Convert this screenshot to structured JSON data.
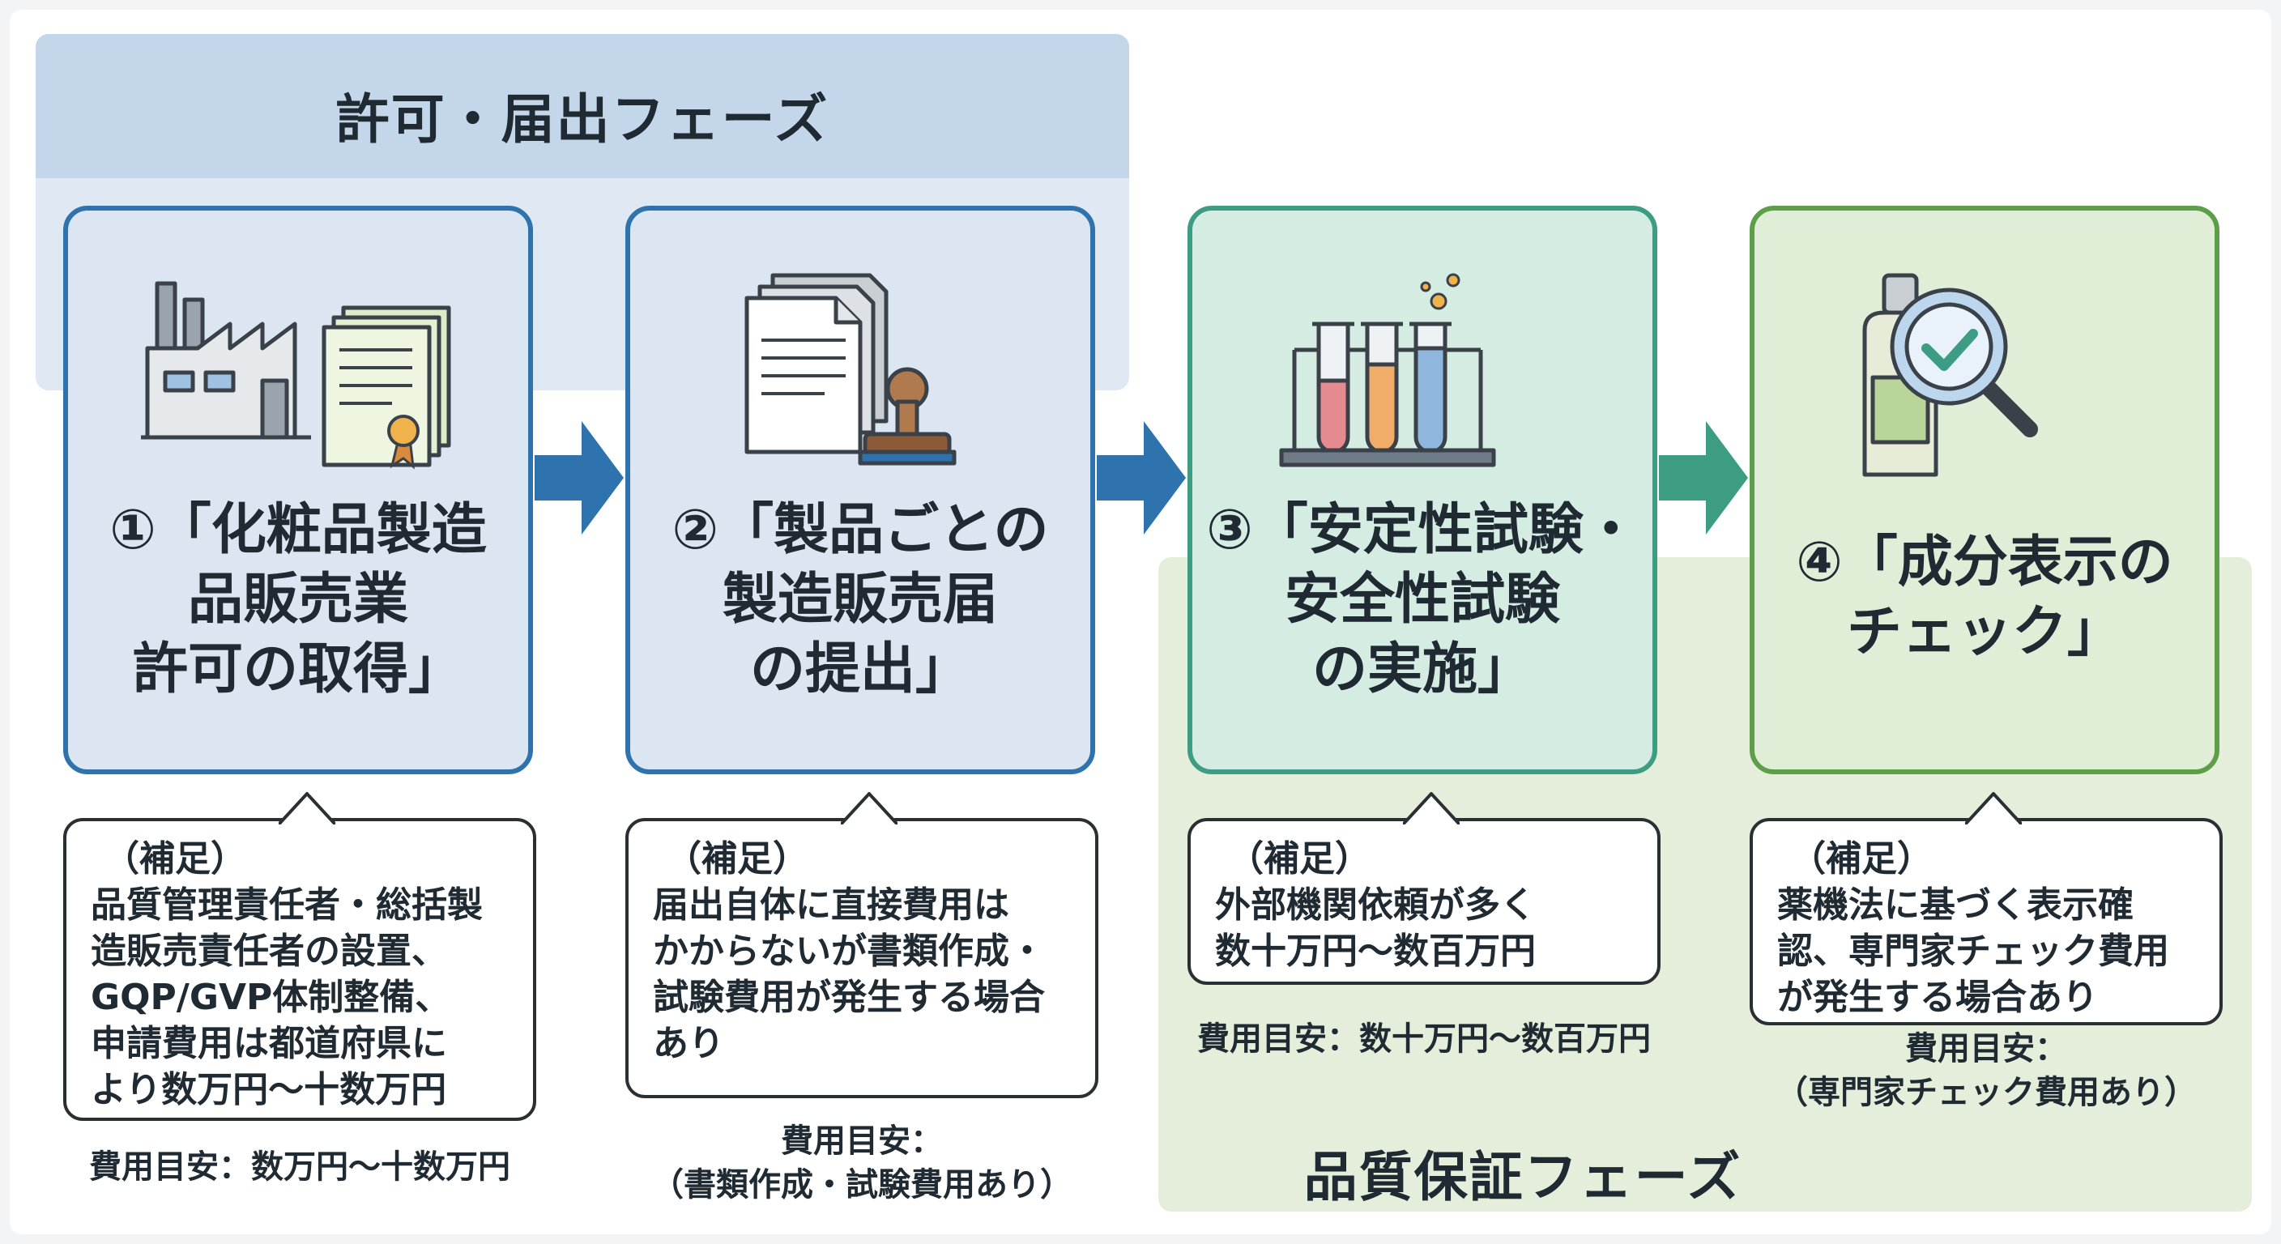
{
  "phases": {
    "permit": "許可・届出フェーズ",
    "quality": "品質保証フェーズ"
  },
  "colors": {
    "permit_phase_bg": "#dfe8f3",
    "permit_phase_band": "#c3d6ea",
    "quality_phase_bg": "#e5eedb",
    "blue_accent": "#2e73ad",
    "teal_accent": "#3c9d82",
    "green_accent": "#5e9e49"
  },
  "steps": [
    {
      "icon": "factory-and-certificate-icon",
      "title_lines": [
        "①「化粧品製造",
        "品販売業",
        "許可の取得」"
      ],
      "note_label": "（補足）",
      "note_lines": [
        "品質管理責任者・総括製",
        "造販売責任者の設置、",
        "GQP/GVP体制整備、",
        "申請費用は都道府県に",
        "より数万円〜十数万円"
      ],
      "cost_lines": [
        "費用目安：数万円〜十数万円"
      ]
    },
    {
      "icon": "documents-and-stamp-icon",
      "title_lines": [
        "②「製品ごとの",
        "製造販売届",
        "の提出」"
      ],
      "note_label": "（補足）",
      "note_lines": [
        "届出自体に直接費用は",
        "かからないが書類作成・",
        "試験費用が発生する場合",
        "あり"
      ],
      "cost_lines": [
        "費用目安：",
        "（書類作成・試験費用あり）"
      ]
    },
    {
      "icon": "test-tubes-icon",
      "title_lines": [
        "③「安定性試験・",
        "安全性試験",
        "の実施」"
      ],
      "note_label": "（補足）",
      "note_lines": [
        "外部機関依頼が多く",
        "数十万円〜数百万円"
      ],
      "cost_lines": [
        "費用目安：数十万円〜数百万円"
      ]
    },
    {
      "icon": "bottle-magnifier-check-icon",
      "title_lines": [
        "④「成分表示の",
        "チェック」"
      ],
      "note_label": "（補足）",
      "note_lines": [
        "薬機法に基づく表示確",
        "認、専門家チェック費用",
        "が発生する場合あり"
      ],
      "cost_lines": [
        "費用目安：",
        "（専門家チェック費用あり）"
      ]
    }
  ]
}
